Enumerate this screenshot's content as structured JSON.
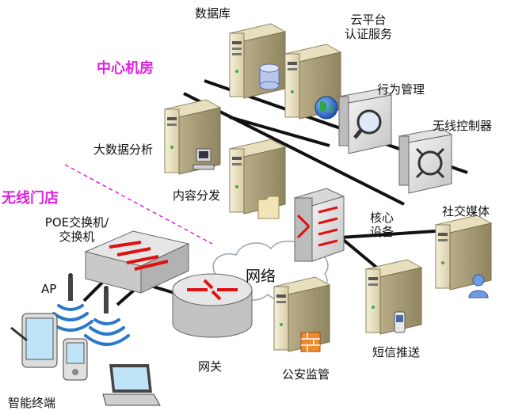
{
  "zones": {
    "center": "中心机房",
    "store": "无线门店"
  },
  "labels": {
    "database": "数据库",
    "cloud_line1": "云平台",
    "cloud_line2": "认证服务",
    "behavior": "行为管理",
    "wireless_ctrl": "无线控制器",
    "bigdata": "大数据分析",
    "content": "内容分发",
    "core_line1": "核心",
    "core_line2": "设备",
    "social": "社交媒体",
    "poe_line1": "POE交换机/",
    "poe_line2": "交换机",
    "ap": "AP",
    "network": "网络",
    "gateway": "网关",
    "police": "公安监管",
    "sms": "短信推送",
    "terminals": "智能终端"
  },
  "colors": {
    "zone_label": "#e020e0",
    "arrow": "#e01010",
    "server_body": "#efe6c8",
    "line": "#111111"
  }
}
